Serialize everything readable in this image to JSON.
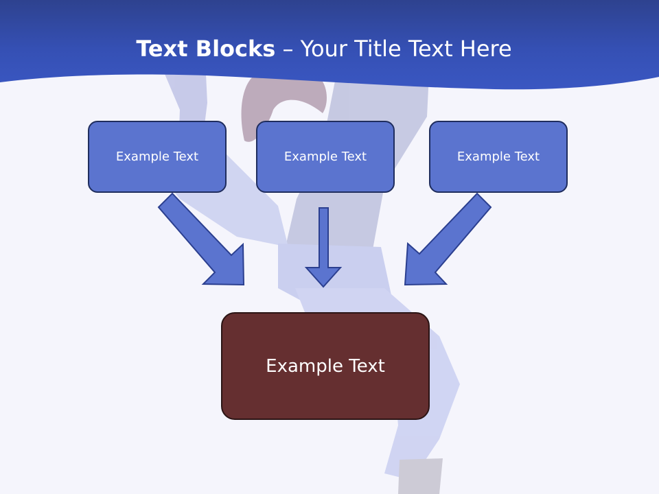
{
  "slide": {
    "title_bold": "Text Blocks",
    "title_dash": "–",
    "title_rest": "Your Title Text Here"
  },
  "blocks": {
    "top_left": "Example Text",
    "top_center": "Example Text",
    "top_right": "Example Text",
    "bottom": "Example Text"
  },
  "colors": {
    "header": "#3550b4",
    "block_fill": "#5b74cf",
    "block_border": "#1f2d5e",
    "bottom_fill": "#652f30",
    "arrow_fill": "#5b74cf"
  }
}
